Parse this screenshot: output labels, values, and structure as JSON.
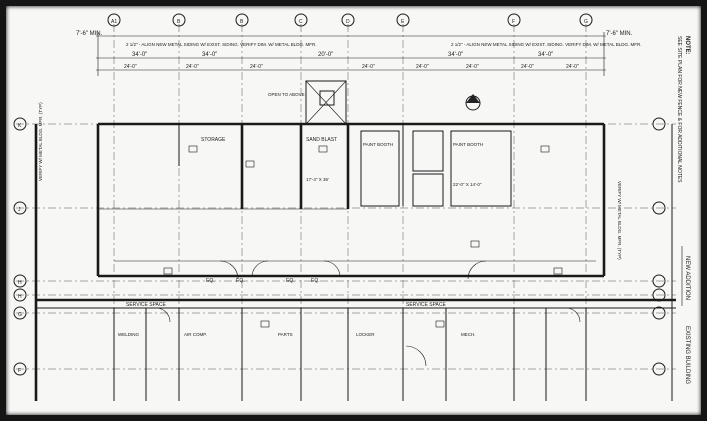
{
  "note_title": "NOTE:",
  "note_text": "SEE SITE PLAN FOR NEW FENCE & FOR ADDITIONAL NOTES",
  "labels": {
    "new_addition": "NEW ADDITION",
    "existing_building": "EXISTING BUILDING",
    "service_space": "SERVICE SPACE",
    "paint_booth_a": "PAINT BOOTH",
    "paint_booth_b": "PAINT BOOTH",
    "sand_blast": "SAND BLAST",
    "storage": "STORAGE",
    "open_to_above": "OPEN TO ABOVE",
    "sandblast_dim": "17'-4\" X 36'",
    "paintbooth_dim": "22'-0\" X 14'-0\"",
    "welding": "WELDING",
    "air_compressor": "AIR COMP.",
    "parts": "PARTS",
    "locker": "LOCKER",
    "mechanical": "MECH."
  },
  "dimensions": [
    "7'-6\" MIN.",
    "34'-0\"",
    "34'-0\"",
    "20'-0\"",
    "34'-0\"",
    "34'-0\"",
    "7'-6\" MIN.",
    "24'-0\"",
    "24'-0\"",
    "24'-0\"",
    "24'-0\"",
    "24'-0\"",
    "24'-0\"",
    "24'-0\"",
    "24'-0\""
  ],
  "top_notes": {
    "left": "2 1/2\" - ALIGN NEW METAL SIDING W/ EXIST. SIDING. VERIFY DIM. W/ METAL BLDG. MFR.",
    "right": "2 1/2\" - ALIGN NEW METAL SIDING W/ EXIST. SIDING. VERIFY DIM. W/ METAL BLDG. MFR."
  },
  "col_tags": [
    "A1",
    "B",
    "B",
    "C",
    "D",
    "E",
    "F",
    "G"
  ],
  "row_tags": [
    "K",
    "J",
    "H",
    "H",
    "G",
    "F"
  ],
  "door_tags": [
    "EQ.",
    "EQ.",
    "EQ.",
    "EQ."
  ],
  "side_notes": {
    "left": "VERIFY W/ METAL BLDG. MFR. (TYP)",
    "right": "VERIFY W/ METAL BLDG. MFR. (TYP)"
  }
}
